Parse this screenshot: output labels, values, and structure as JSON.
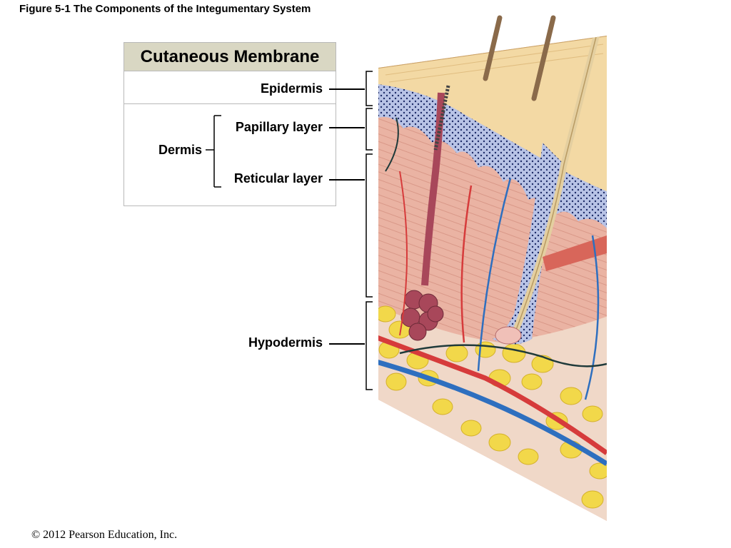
{
  "figure_title": "Figure 5-1  The Components of the Integumentary System",
  "table": {
    "heading": "Cutaneous Membrane",
    "epidermis": "Epidermis",
    "dermis": "Dermis",
    "papillary": "Papillary layer",
    "reticular": "Reticular layer"
  },
  "hypodermis": "Hypodermis",
  "copyright": "© 2012 Pearson Education, Inc.",
  "colors": {
    "header_fill": "#d9d7c3",
    "epidermis": "#f3d9a4",
    "dermis": "#eab3a3",
    "fat": "#f2d84a",
    "artery": "#d63b3b",
    "vein": "#2e6fbf",
    "nerve": "#1f3a3a",
    "gland": "#a8475a"
  }
}
